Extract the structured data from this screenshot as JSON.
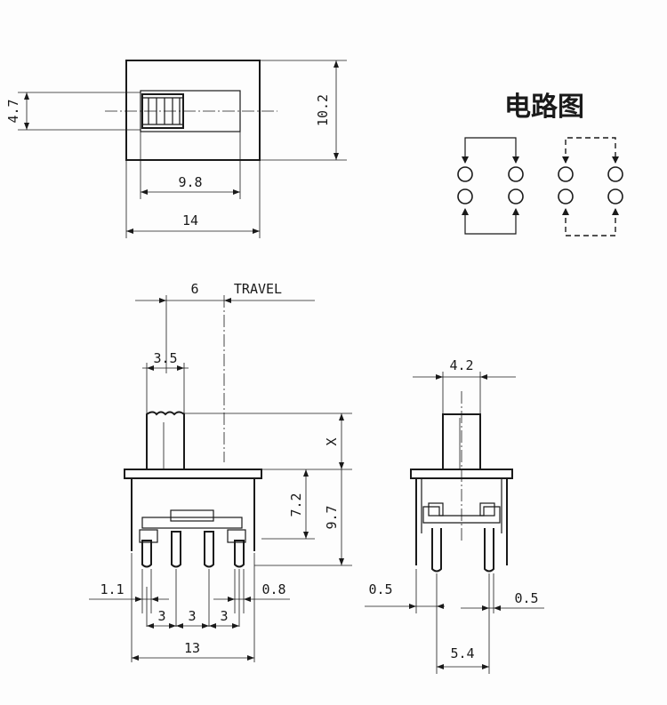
{
  "diagram": {
    "circuit_title": "电路图",
    "top_view": {
      "dim_width": "14",
      "dim_slot": "9.8",
      "dim_height": "10.2",
      "dim_knob": "4.7"
    },
    "front_view": {
      "dim_travel_value": "6",
      "dim_travel_label": "TRAVEL",
      "dim_knob_width": "3.5",
      "dim_x": "X",
      "dim_7_2": "7.2",
      "dim_9_7": "9.7",
      "dim_pin_left": "1.1",
      "dim_pin_right": "0.8",
      "dim_pitch_1": "3",
      "dim_pitch_2": "3",
      "dim_pitch_3": "3",
      "dim_total": "13"
    },
    "side_view": {
      "dim_knob": "4.2",
      "dim_pin_left": "0.5",
      "dim_pin_right": "0.5",
      "dim_span": "5.4"
    }
  }
}
